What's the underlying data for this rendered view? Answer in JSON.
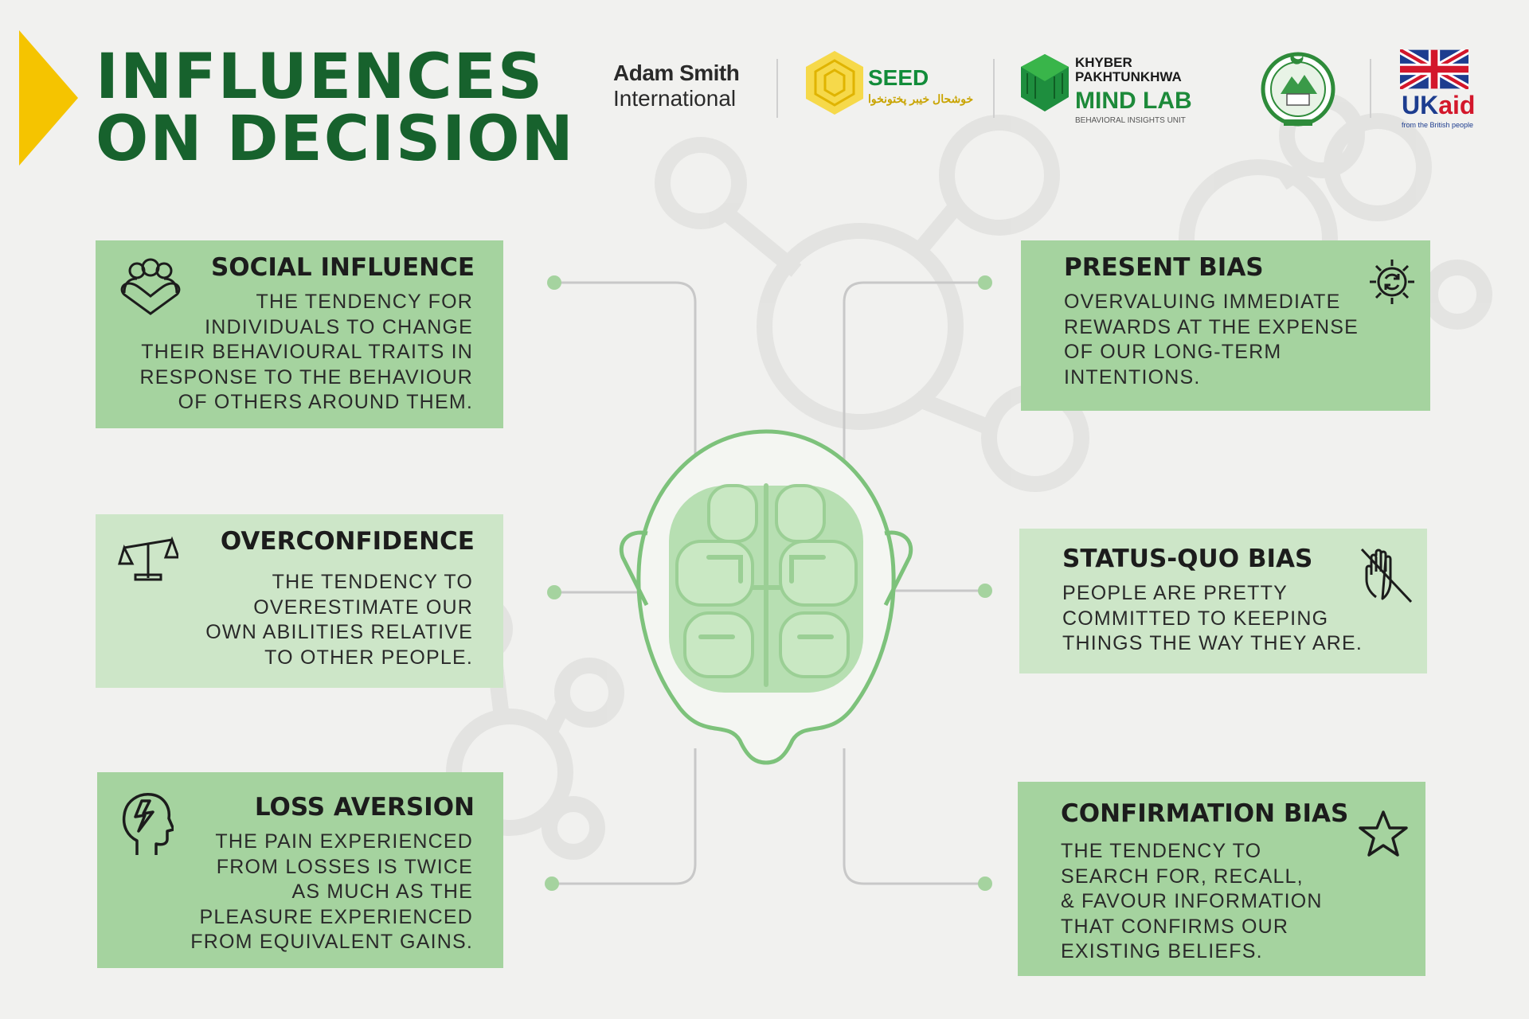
{
  "header": {
    "title_line1": "INFLUENCES",
    "title_line2": "ON DECISION"
  },
  "logos": {
    "adam_smith_line1": "Adam Smith",
    "adam_smith_line2": "International",
    "seed_name": "SEED",
    "seed_sub": "خوشحال خیبر پختونخوا",
    "kp_line1": "KHYBER",
    "kp_line2": "PAKHTUNKHWA",
    "kp_name": "MIND LAB",
    "kp_sub": "BEHAVIORAL INSIGHTS UNIT",
    "ukaid_uk": "UK",
    "ukaid_aid": "aid",
    "ukaid_sub": "from the British people"
  },
  "cards": {
    "social": {
      "title": "SOCIAL INFLUENCE",
      "lines": [
        "THE TENDENCY FOR",
        "INDIVIDUALS TO CHANGE",
        "THEIR BEHAVIOURAL TRAITS IN",
        "RESPONSE TO THE BEHAVIOUR",
        "OF OTHERS AROUND THEM."
      ]
    },
    "overconfidence": {
      "title": "OVERCONFIDENCE",
      "lines": [
        "THE TENDENCY TO",
        "OVERESTIMATE OUR",
        "OWN ABILITIES RELATIVE",
        "TO OTHER PEOPLE."
      ]
    },
    "loss": {
      "title": "LOSS AVERSION",
      "lines": [
        "THE PAIN EXPERIENCED",
        "FROM LOSSES IS TWICE",
        "AS MUCH AS THE",
        "PLEASURE EXPERIENCED",
        "FROM EQUIVALENT GAINS."
      ]
    },
    "present": {
      "title": "PRESENT BIAS",
      "lines": [
        "OVERVALUING IMMEDIATE",
        "REWARDS AT THE EXPENSE",
        "OF OUR LONG-TERM",
        "INTENTIONS."
      ]
    },
    "statusquo": {
      "title": "STATUS-QUO BIAS",
      "lines": [
        "PEOPLE ARE PRETTY",
        "COMMITTED TO KEEPING",
        "THINGS THE WAY THEY ARE."
      ]
    },
    "confirmation": {
      "title": "CONFIRMATION BIAS",
      "lines": [
        "THE TENDENCY TO",
        "SEARCH FOR, RECALL,",
        "& FAVOUR INFORMATION",
        "THAT CONFIRMS OUR",
        "EXISTING BELIEFS."
      ]
    }
  },
  "colors": {
    "title_green": "#17622d",
    "card_green": "#a5d39f",
    "card_light_green": "#cde6c8",
    "accent_yellow": "#f5c400",
    "connector_grey": "#c8c8c8",
    "dot_green": "#a5d39f",
    "background": "#f1f1ef"
  },
  "icons": {
    "social": "group-heart-icon",
    "overconfidence": "balance-scale-icon",
    "loss": "head-lightning-icon",
    "present": "gear-cycle-icon",
    "statusquo": "hand-blocked-icon",
    "confirmation": "star-icon",
    "center": "head-brain-icon"
  }
}
